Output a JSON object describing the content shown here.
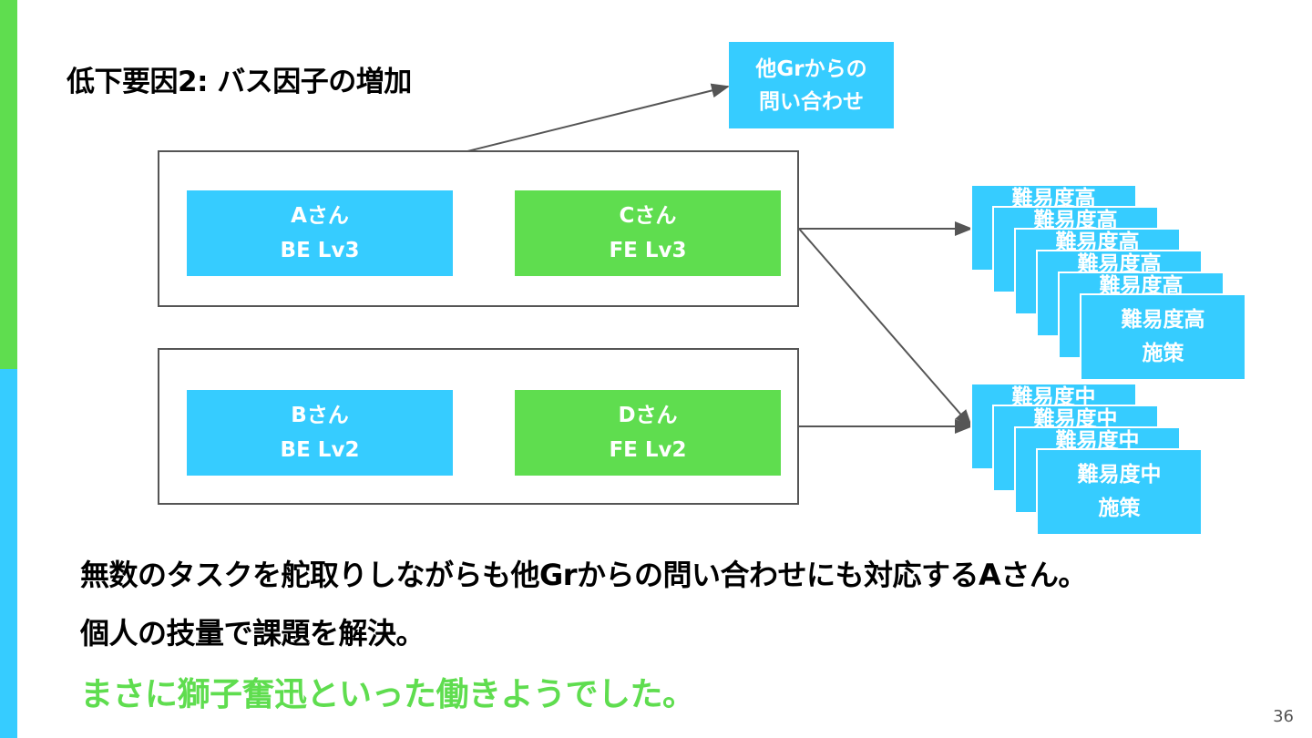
{
  "title": "低下要因2: バス因子の増加",
  "inquiry_box": {
    "line1": "他Grからの",
    "line2": "問い合わせ"
  },
  "members": [
    {
      "name": "Aさん",
      "level": "BE Lv3",
      "color": "#36ccff"
    },
    {
      "name": "Cさん",
      "level": "FE Lv3",
      "color": "#5fdd4f"
    },
    {
      "name": "Bさん",
      "level": "BE Lv2",
      "color": "#36ccff"
    },
    {
      "name": "Dさん",
      "level": "FE Lv2",
      "color": "#5fdd4f"
    }
  ],
  "high_tasks": {
    "line1": "難易度高",
    "line2": "施策",
    "partial_label": "難易度高"
  },
  "mid_tasks": {
    "line1": "難易度中",
    "line2": "施策",
    "partial_label": "難易度中"
  },
  "body_lines": [
    "無数のタスクを舵取りしながらも他Grからの問い合わせにも対応するAさん。",
    "個人の技量で課題を解決。"
  ],
  "highlight_line": "まさに獅子奮迅といった働きようでした。",
  "page_number": "36",
  "colors": {
    "accent_green": "#5fdd4f",
    "accent_blue": "#36ccff"
  }
}
